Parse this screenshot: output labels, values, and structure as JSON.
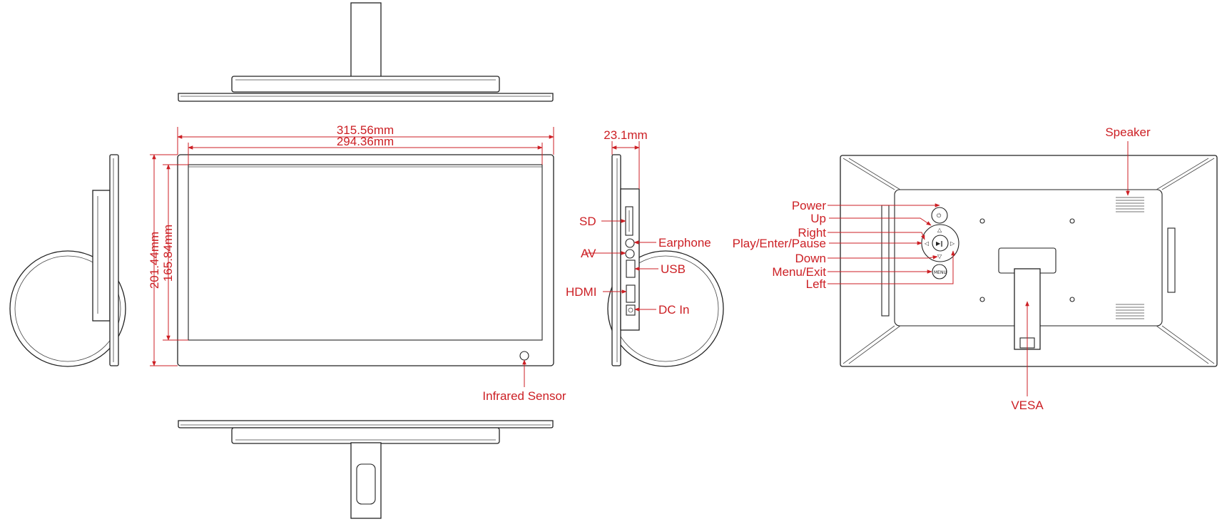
{
  "dimensions": {
    "overall_width": "315.56mm",
    "screen_width": "294.36mm",
    "overall_height": "201.44mm",
    "screen_height": "165.84mm",
    "depth": "23.1mm"
  },
  "side_ports": {
    "sd": "SD",
    "av": "AV",
    "earphone": "Earphone",
    "usb": "USB",
    "hdmi": "HDMI",
    "dc_in": "DC In"
  },
  "front": {
    "infrared_sensor": "Infrared Sensor"
  },
  "rear_buttons": {
    "power": "Power",
    "up": "Up",
    "right": "Right",
    "play": "Play/Enter/Pause",
    "down": "Down",
    "menu": "Menu/Exit",
    "left": "Left",
    "menu_button_text": "MENU"
  },
  "rear": {
    "speaker": "Speaker",
    "vesa": "VESA"
  },
  "colors": {
    "annotation": "#cc1f24",
    "outline": "#222222"
  }
}
